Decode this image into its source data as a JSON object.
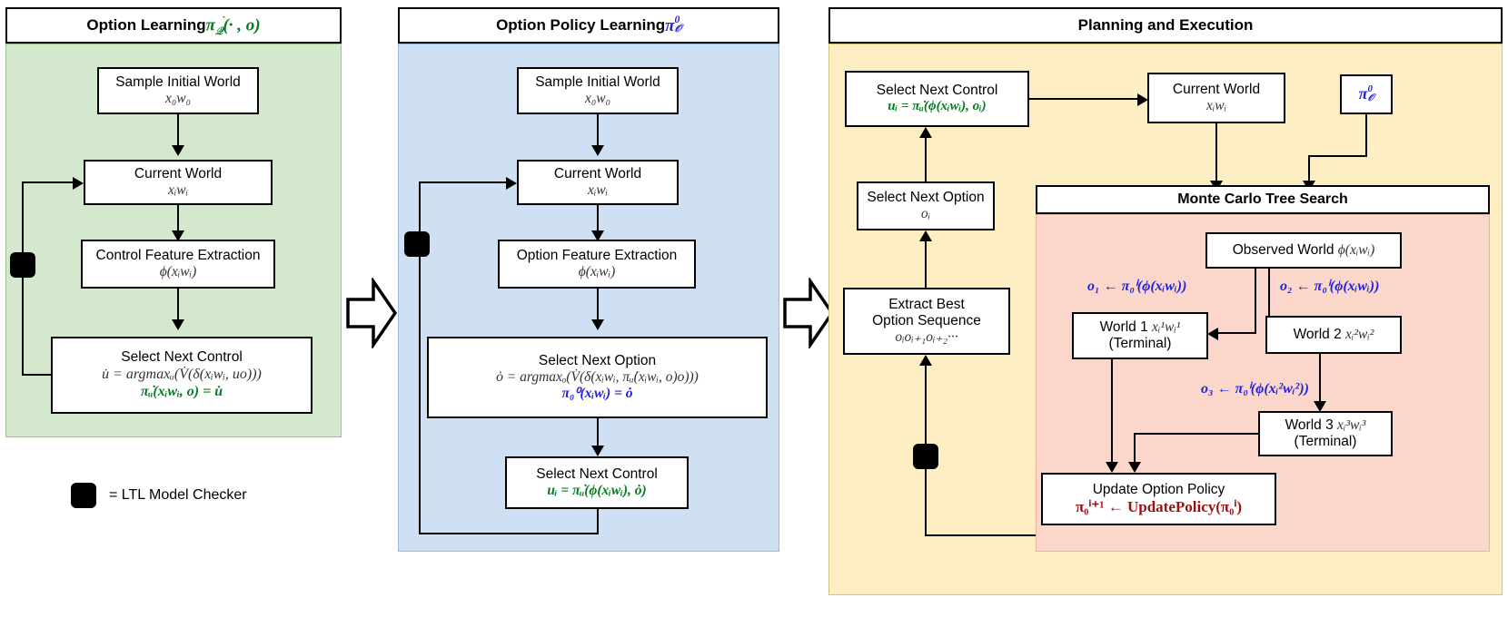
{
  "panels": {
    "option_learning": {
      "title_text": "Option Learning ",
      "title_math": "πᵤ(· , o)",
      "nodes": {
        "sample_initial_world": {
          "title": "Sample Initial World",
          "math": "x₀w₀"
        },
        "current_world": {
          "title": "Current World",
          "math": "xᵢwᵢ"
        },
        "control_feature_extraction": {
          "title": "Control Feature Extraction",
          "math": "ϕ(xᵢwᵢ)"
        },
        "select_next_control": {
          "title": "Select Next Control",
          "math1": "u̇ = argmaxᵤ(V̇(δ(xᵢwᵢ, uo)))",
          "math2": "πᵤ̇(xᵢwᵢ, o) = u̇"
        }
      }
    },
    "option_policy_learning": {
      "title_text": "Option Policy Learning ",
      "title_math": "πᵒ₀",
      "nodes": {
        "sample_initial_world": {
          "title": "Sample Initial World",
          "math": "x₀w₀"
        },
        "current_world": {
          "title": "Current World",
          "math": "xᵢwᵢ"
        },
        "option_feature_extraction": {
          "title": "Option Feature Extraction",
          "math": "ϕ(xᵢwᵢ)"
        },
        "select_next_option": {
          "title": "Select Next Option",
          "math1": "ȯ = argmaxₒ(V̇(δ(xᵢwᵢ, πᵤ̇(xᵢwᵢ, o)o)))",
          "math2": "π₀⁰(xᵢwᵢ) = ȯ"
        },
        "select_next_control": {
          "title": "Select Next Control",
          "math": "uᵢ = πᵤ̇(ϕ(xᵢwᵢ), ȯ)"
        }
      }
    },
    "planning_and_execution": {
      "title_text": "Planning and Execution",
      "nodes": {
        "select_next_control": {
          "title": "Select Next Control",
          "math": "uᵢ = πᵤ̇(ϕ(xᵢwᵢ), oᵢ)"
        },
        "select_next_option": {
          "title": "Select Next Option",
          "math": "oᵢ"
        },
        "extract_best_option_sequence": {
          "title1": "Extract Best",
          "title2": "Option Sequence",
          "math": "oᵢoᵢ₊₁oᵢ₊₂···"
        },
        "current_world": {
          "title": "Current World",
          "math": "xᵢwᵢ"
        },
        "policy_badge": {
          "math": "π₀⁰"
        }
      },
      "mcts": {
        "title": "Monte Carlo Tree Search",
        "nodes": {
          "observed_world": {
            "title": "Observed World ",
            "math": "ϕ(xᵢwᵢ)"
          },
          "world1": {
            "title": "World 1 ",
            "math": "xᵢ¹wᵢ¹",
            "sub": "(Terminal)"
          },
          "world2": {
            "title": "World 2 ",
            "math": "xᵢ²wᵢ²"
          },
          "world3": {
            "title": "World 3 ",
            "math": "xᵢ³wᵢ³",
            "sub": "(Terminal)"
          },
          "update_option_policy": {
            "title": "Update Option Policy",
            "math": "π₀ⁱ⁺¹ ← UpdatePolicy(π₀ⁱ)"
          }
        },
        "edge_labels": {
          "o1": "o₁ ← π₀ⁱ(ϕ(xᵢwᵢ))",
          "o2": "o₂ ← π₀ⁱ(ϕ(xᵢwᵢ))",
          "o3": "o₃ ← π₀ⁱ(ϕ(xᵢ²wᵢ²))"
        }
      }
    }
  },
  "legend": {
    "label": "=  LTL Model Checker"
  },
  "colors": {
    "green_panel": "#d4e8cd",
    "blue_panel": "#cfe0f5",
    "yellow_panel": "#fdeec4",
    "pink_panel": "#fad7ca",
    "green_text": "#067d22",
    "blue_text": "#2222dd",
    "red_text": "#9d1010",
    "stroke": "#000000"
  }
}
